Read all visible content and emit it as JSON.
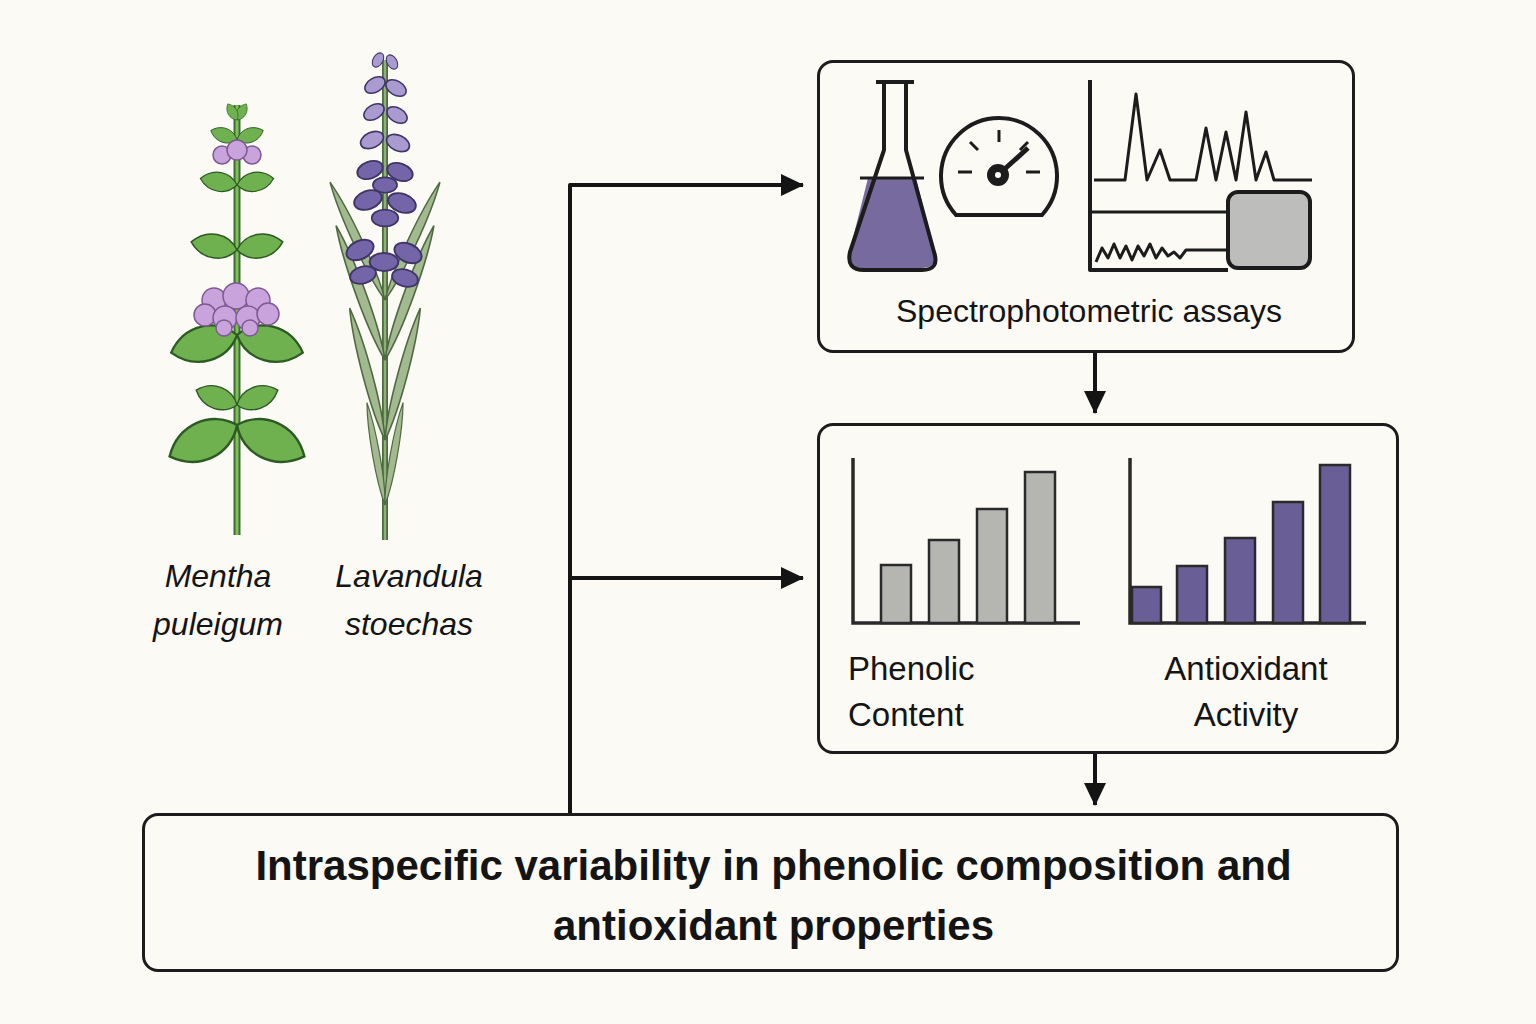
{
  "diagram": {
    "nodes": [
      {
        "text": [
          "Spectrophotometric assays"
        ]
      },
      {
        "text": [
          "Phenolic Content",
          "Antioxidant Activity"
        ]
      },
      {
        "text": [
          "Intraspecific variability in phenolic composition and antioxidant properties"
        ]
      }
    ],
    "edges": [
      {
        "from": 2,
        "to": 0,
        "arrow": "to"
      },
      {
        "from": 2,
        "to": 1,
        "arrow": "to"
      },
      {
        "from": 0,
        "to": 1,
        "arrow": "to"
      },
      {
        "from": 1,
        "to": 2,
        "arrow": "to"
      }
    ],
    "labels": [
      "Mentha puleigum",
      "Lavandula stoechas"
    ]
  }
}
